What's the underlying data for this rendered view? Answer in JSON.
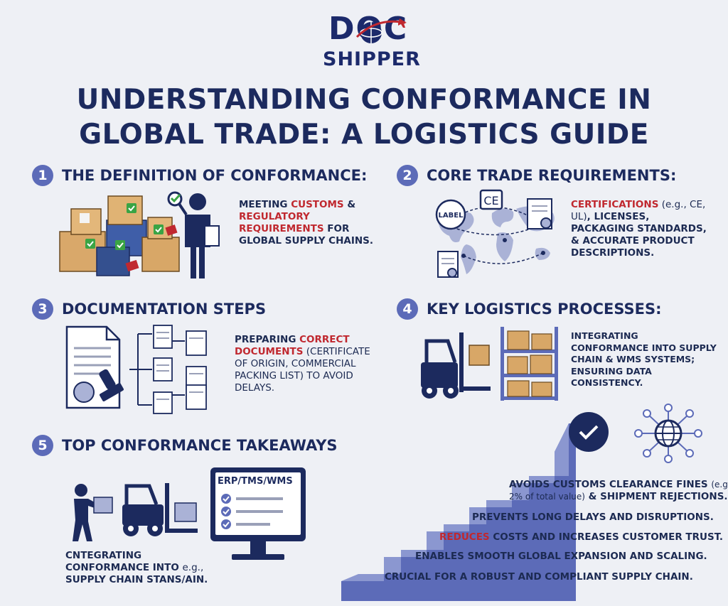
{
  "logo": {
    "line1": "DOC",
    "line2": "SHIPPER"
  },
  "title": {
    "line1": "UNDERSTANDING CONFORMANCE IN",
    "line2": "GLOBAL TRADE: A LOGISTICS GUIDE"
  },
  "colors": {
    "navy": "#1c2a5e",
    "accent_blue": "#5c6bb8",
    "red": "#c0282f",
    "background": "#eef0f5"
  },
  "sections": [
    {
      "number": "1",
      "heading": "THE DEFINITION OF CONFORMANCE:",
      "icons": [
        "stacked-boxes-icon",
        "inspector-icon",
        "checkmark-icon"
      ],
      "text": {
        "t1": "Meeting ",
        "r1": "customs",
        "t2": " & ",
        "r2": "regulatory",
        "r3": "requirements",
        "t3": " for global supply chains."
      }
    },
    {
      "number": "2",
      "heading": "CORE TRADE REQUIREMENTS:",
      "icons": [
        "world-map-icon",
        "label-tag-icon",
        "ce-mark-icon",
        "certificate-icon"
      ],
      "labels": {
        "label_tag": "LABEL",
        "ce_mark": "CE"
      },
      "text": {
        "r1": "Certifications",
        "n1": " (e.g., CE, UL)",
        "t1": ", licenses, packaging standards, & accurate product descriptions."
      }
    },
    {
      "number": "3",
      "heading": "DOCUMENTATION STEPS",
      "icons": [
        "document-stamp-icon",
        "document-flow-icon"
      ],
      "text": {
        "t1": "Preparing ",
        "r1": "correct",
        "t2": "documents",
        "n1": " (certificate of origin, commercial packing list) to avoid delays."
      }
    },
    {
      "number": "4",
      "heading": "KEY LOGISTICS PROCESSES:",
      "icons": [
        "forklift-icon",
        "warehouse-shelf-icon"
      ],
      "text": {
        "t1": "Integrating conformance into supply chain & WMS systems; ensuring data consistency."
      }
    },
    {
      "number": "5",
      "heading": "TOP CONFORMANCE TAKEAWAYS",
      "icons": [
        "worker-icon",
        "forklift-icon",
        "computer-monitor-icon",
        "checkmark-circle-icon",
        "network-globe-icon"
      ],
      "monitor_label": "ERP/TMS/WMS",
      "text": {
        "line1": "CNTEGRATING",
        "line2": "CONFORMANCE INTO ",
        "line2_norm": "e.g.,",
        "line3": "SUPPLY CHAIN STANS/AIN."
      }
    }
  ],
  "takeaways": [
    {
      "t1": "Avoids customs clearance fines ",
      "n1": "(e.g.,",
      "n2": "2% of total value)",
      "t2": " & shipment rejections."
    },
    {
      "t1": "Prevents long delays and disruptions."
    },
    {
      "r1": "Reduces",
      "t1": " costs and increases customer trust."
    },
    {
      "t1": "Enables smooth global expansion and scaling."
    },
    {
      "t1": "Crucial for a robust and compliant supply chain."
    }
  ]
}
